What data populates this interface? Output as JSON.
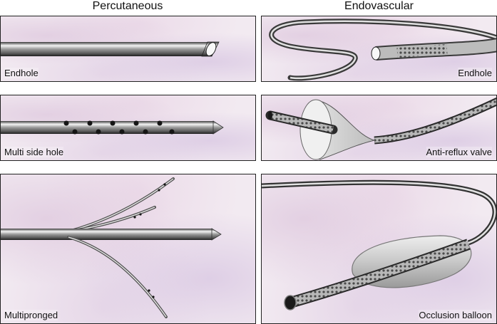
{
  "headers": {
    "percutaneous": "Percutaneous",
    "endovascular": "Endovascular"
  },
  "panels": {
    "perc_endhole": "Endhole",
    "perc_multiside": "Multi side hole",
    "perc_multipronged": "Multipronged",
    "endo_endhole": "Endhole",
    "endo_antireflux": "Anti-reflux valve",
    "endo_occlusion": "Occlusion balloon"
  }
}
